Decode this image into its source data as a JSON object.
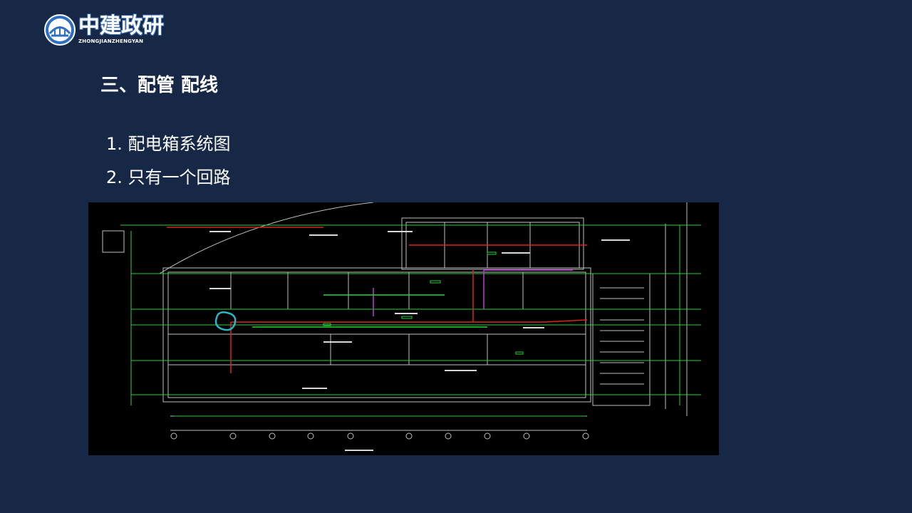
{
  "logo": {
    "name_cn": "中建政研",
    "name_en": "ZHONGJIANZHENGYAN",
    "registered": "®"
  },
  "slide": {
    "title": "三、配管 配线",
    "items": [
      {
        "number": "1.",
        "text": "配电箱系统图"
      },
      {
        "number": "2.",
        "text": "只有一个回路"
      }
    ]
  },
  "colors": {
    "background": "#172847",
    "drawing_background": "#000000",
    "wire_red": "#d6281e",
    "wire_green": "#22d438",
    "wire_magenta": "#c13ad6",
    "highlight_circle": "#2bb7c9"
  },
  "icons": {
    "logo_emblem": "circular-bridge-emblem"
  }
}
